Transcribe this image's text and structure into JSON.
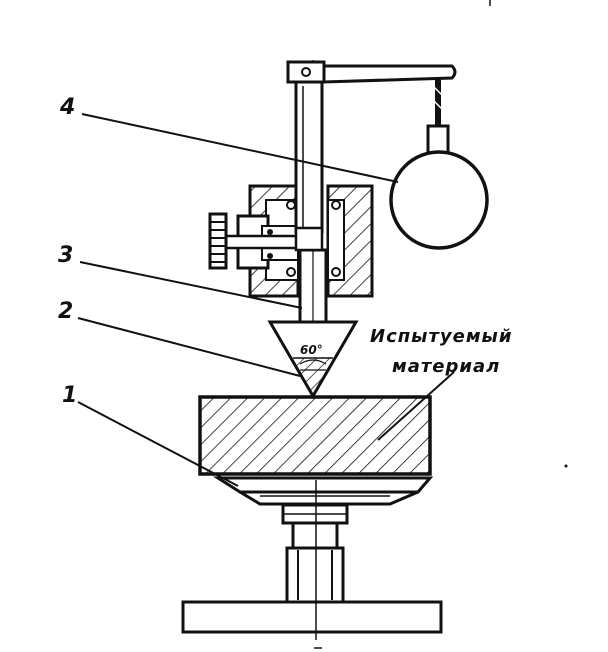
{
  "callouts": [
    {
      "id": "1",
      "label": "1"
    },
    {
      "id": "2",
      "label": "2"
    },
    {
      "id": "3",
      "label": "3"
    },
    {
      "id": "4",
      "label": "4"
    }
  ],
  "material_label": {
    "line1": "Испытуемый",
    "line2": "материал"
  },
  "cone_angle": "60°",
  "colors": {
    "ink": "#111111",
    "paper": "#ffffff"
  }
}
